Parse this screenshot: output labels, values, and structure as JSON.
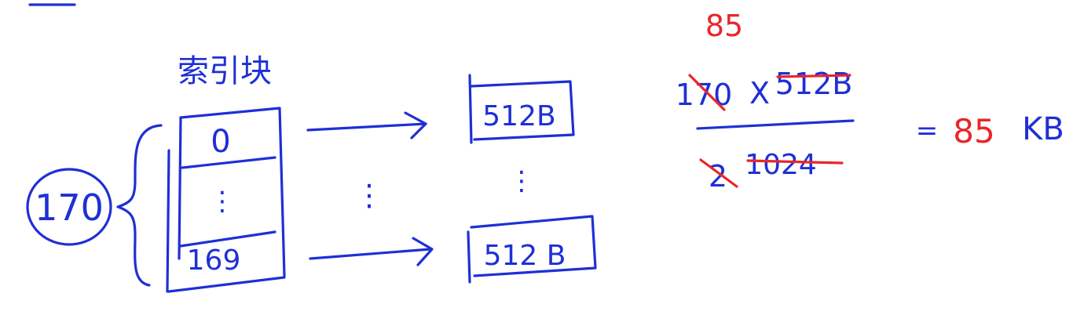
{
  "diagram": {
    "count_label": "170",
    "index_block_label": "索引块",
    "index_entries": {
      "first": "0",
      "middle": "⋮",
      "last": "169"
    },
    "arrow_gap": "⋮",
    "data_blocks": {
      "first": "512B",
      "middle": "⋮",
      "last": "512 B"
    }
  },
  "calculation": {
    "numerator_count": "170",
    "multiply_sign": "X",
    "numerator_size": "512B",
    "denominator_factor": "2",
    "denominator_value": "1024",
    "simplified_result": "85",
    "equals": "=",
    "result_value": "85",
    "result_unit": "KB"
  },
  "colors": {
    "ink_blue": "#1f2fd6",
    "ink_red": "#e8262a",
    "background": "#ffffff"
  }
}
